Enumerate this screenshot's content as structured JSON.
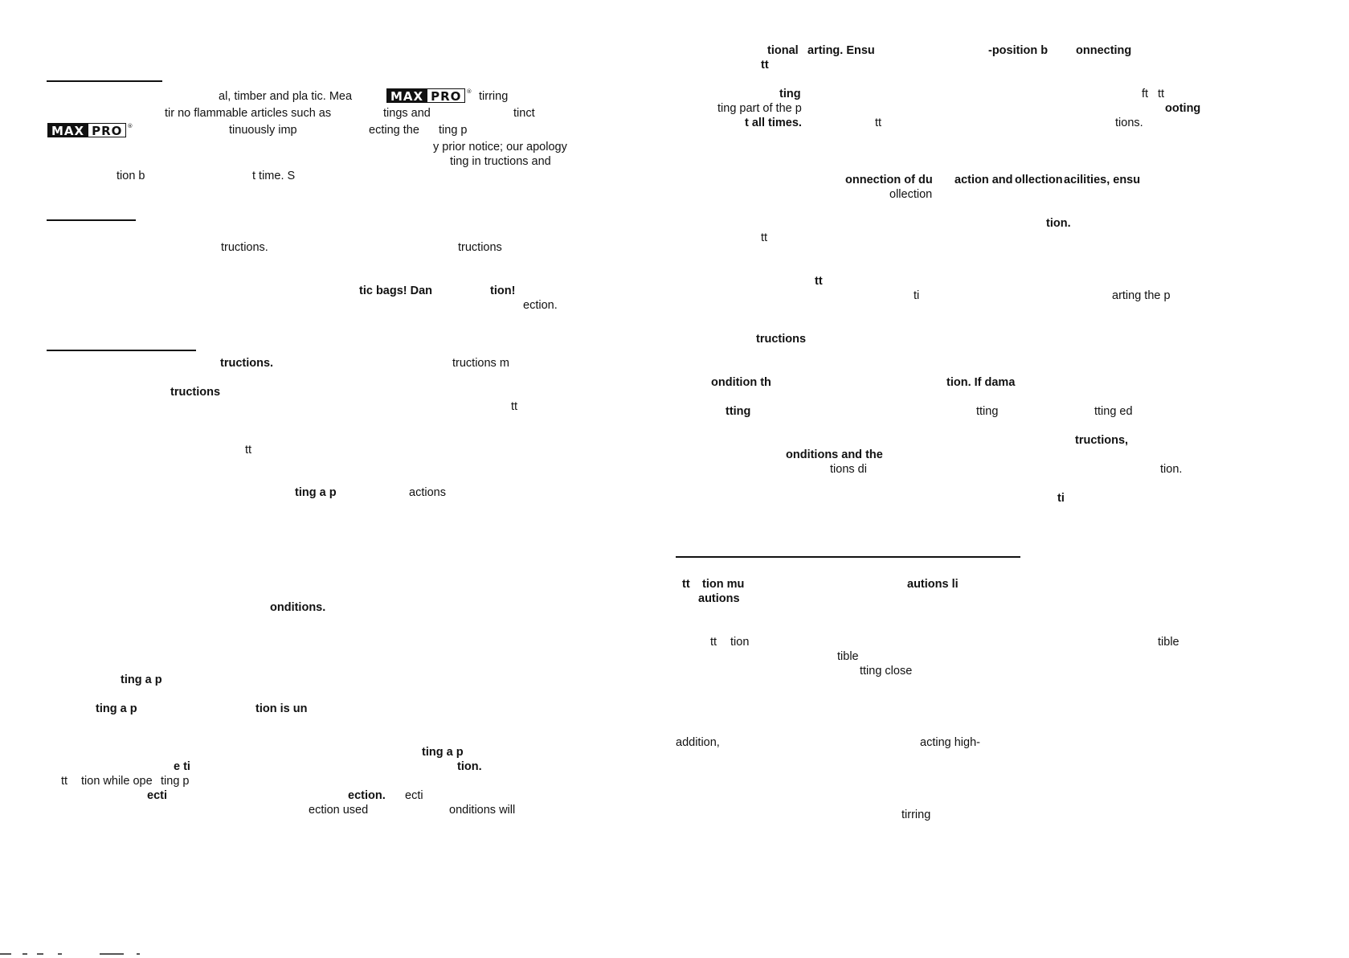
{
  "brand": {
    "logo_left": "MAX",
    "logo_right": "PRO",
    "registered_mark": "®"
  },
  "left_page": {
    "section1": {
      "l1a": "al, timber and pla  tic. Mea",
      "l1b": "tirring",
      "l2a": "tir no  flammable articles such as",
      "l2b": "tings and",
      "l2c": "tinct",
      "l3a": "tinuously imp",
      "l3b": "ecting the",
      "l3c": "ting p",
      "l4a": "y prior notice; our apology",
      "l5a": "ting in  tructions and",
      "l6a": "tion b",
      "l6b": "t time. S"
    },
    "section2": {
      "l1a": "tructions.",
      "l1b": "tructions",
      "l2a": "tic bags! Dan",
      "l2b": "tion!",
      "l3a": "ection."
    },
    "section3": {
      "l1a": "tructions.",
      "l1b": "tructions m",
      "l2a": "tructions",
      "l3a": "tt",
      "l4a": "tt",
      "l5a": "ting a p",
      "l5b": "actions",
      "l6a": "onditions.",
      "l7a": "ting a p",
      "l8a": "ting a p",
      "l8b": "tion is un",
      "l9a": "ting a p",
      "l10a": "e ti",
      "l10b": "tion.",
      "l11a": "tt",
      "l11b": "tion while ope",
      "l11c": "ting p",
      "l12a": "ecti",
      "l12b": "ection.",
      "l12c": "ecti",
      "l13a": "ection used",
      "l13b": "onditions will"
    }
  },
  "right_page": {
    "block1": {
      "l1a": "tional",
      "l1b": "arting. Ensu",
      "l1c": "-position b",
      "l1d": "onnecting",
      "l2a": "tt"
    },
    "block2": {
      "l1a": "ting",
      "l1b": "ft",
      "l1c": "tt",
      "l2a": "ting part of the p",
      "l2b": "ooting",
      "l3a": "t all times.",
      "l3b": "tt",
      "l3c": "tions."
    },
    "block3": {
      "l1a": "onnection of du",
      "l1b": "action and",
      "l1c": "ollection",
      "l1d": "acilities, ensu",
      "l2a": "ollection"
    },
    "block4": {
      "l1a": "tion.",
      "l2a": "tt"
    },
    "block5": {
      "l1a": "tt",
      "l2a": "ti",
      "l2b": "arting the p"
    },
    "block6": {
      "l1a": "tructions"
    },
    "block7": {
      "l1a": "ondition th",
      "l1b": "tion. If dama",
      "l2a": "tting",
      "l2b": "tting",
      "l2c": "tting ed"
    },
    "block8": {
      "l1a": "tructions,",
      "l2a": "onditions and the",
      "l3a": "tions di",
      "l3b": "tion.",
      "l4a": "ti"
    },
    "block9": {
      "l1a": "tt",
      "l1b": "tion mu",
      "l1c": "autions li",
      "l2a": "autions"
    },
    "block10": {
      "l1a": "tt",
      "l1b": "tion",
      "l1c": "tible",
      "l2a": "tible",
      "l3a": "tting close"
    },
    "block11": {
      "l1a": "addition,",
      "l1b": "acting high-"
    },
    "block12": {
      "l1a": "tirring"
    }
  }
}
